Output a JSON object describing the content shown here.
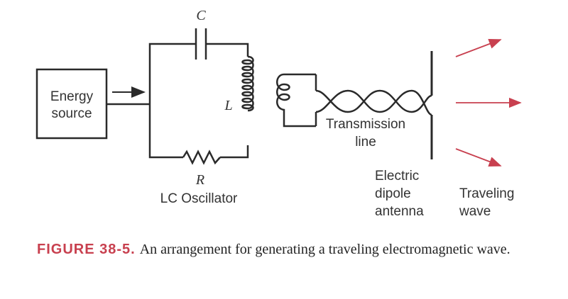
{
  "labels": {
    "energy_source": [
      "Energy",
      "source"
    ],
    "capacitor": "C",
    "inductor": "L",
    "resistor": "R",
    "oscillator": "LC Oscillator",
    "transmission_line": [
      "Transmission",
      "line"
    ],
    "antenna": [
      "Electric",
      "dipole",
      "antenna"
    ],
    "wave": [
      "Traveling",
      "wave"
    ]
  },
  "caption": {
    "figure": "FIGURE 38-5.",
    "text": "An arrangement for generating a traveling electromagnetic wave."
  },
  "colors": {
    "arrow_red": "#c8404f",
    "line": "#2a2a2a"
  }
}
